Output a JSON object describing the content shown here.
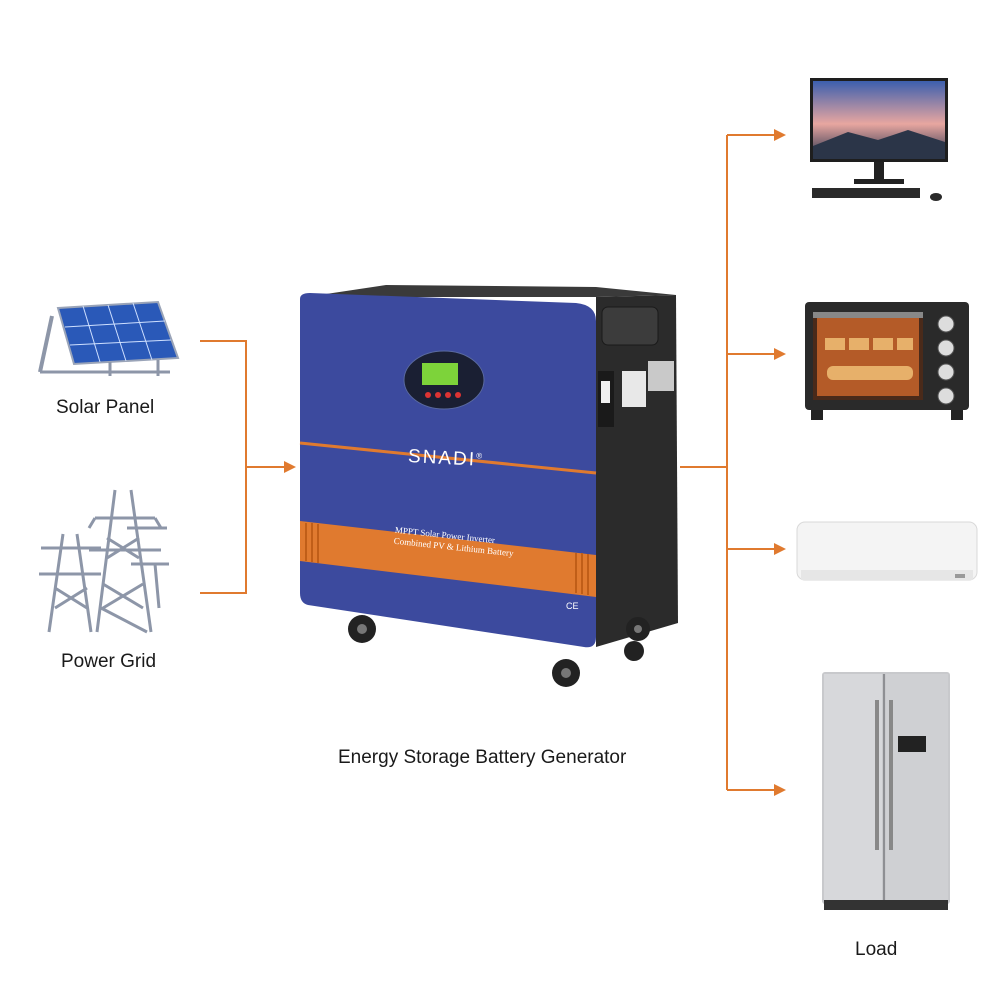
{
  "sources": {
    "solar_panel_label": "Solar Panel",
    "power_grid_label": "Power Grid"
  },
  "device": {
    "caption": "Energy Storage Battery Generator",
    "brand": "SNADI",
    "brand_mark": "®",
    "banner_line1": "MPPT Solar Power Inverter",
    "banner_line2": "Combined PV & Lithium Battery",
    "cert_mark": "CE"
  },
  "loads": {
    "label": "Load",
    "items": [
      "computer-monitor-icon",
      "toaster-oven-icon",
      "air-conditioner-icon",
      "refrigerator-icon"
    ]
  },
  "colors": {
    "flow_arrow": "#e07a2f",
    "device_blue": "#3c4a9e",
    "device_orange": "#e07a2f",
    "device_body": "#2b2b2b"
  }
}
